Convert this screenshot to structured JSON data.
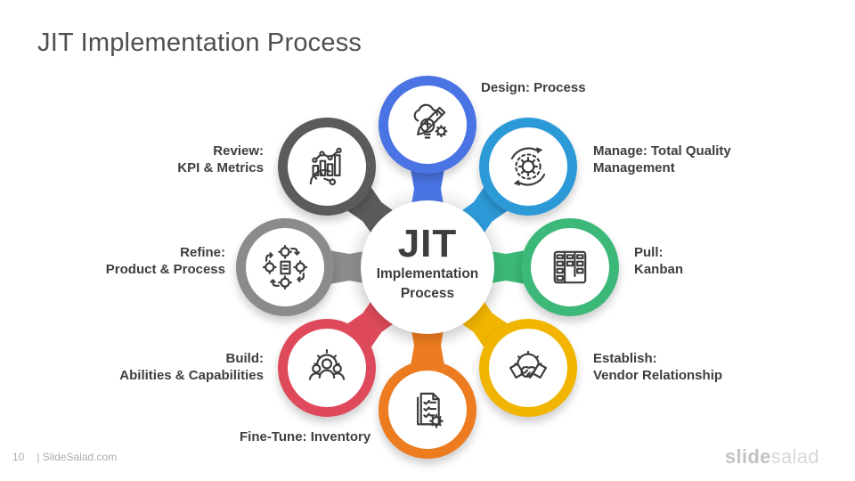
{
  "slide": {
    "title": "JIT Implementation Process",
    "center": {
      "acronym": "JIT",
      "subtitle_line1": "Implementation",
      "subtitle_line2": "Process"
    },
    "nodes": [
      {
        "name": "design",
        "icon": "design-icon",
        "color": "#4a74e4",
        "label_line1": "Design: Process",
        "label_line2": ""
      },
      {
        "name": "manage",
        "icon": "quality-cycle-icon",
        "color": "#2d9ad8",
        "label_line1": "Manage: Total Quality",
        "label_line2": "Management"
      },
      {
        "name": "pull",
        "icon": "kanban-board-icon",
        "color": "#3cb878",
        "label_line1": "Pull:",
        "label_line2": "Kanban"
      },
      {
        "name": "establish",
        "icon": "handshake-icon",
        "color": "#f1b500",
        "label_line1": "Establish:",
        "label_line2": "Vendor Relationship"
      },
      {
        "name": "fine-tune",
        "icon": "checklist-gear-icon",
        "color": "#ec7c1f",
        "label_line1": "Fine-Tune: Inventory",
        "label_line2": ""
      },
      {
        "name": "build",
        "icon": "team-gear-icon",
        "color": "#de4a5b",
        "label_line1": "Build:",
        "label_line2": "Abilities & Capabilities"
      },
      {
        "name": "refine",
        "icon": "process-gears-icon",
        "color": "#8b8b8b",
        "label_line1": "Refine:",
        "label_line2": "Product & Process"
      },
      {
        "name": "review",
        "icon": "kpi-chart-icon",
        "color": "#5b5b5b",
        "label_line1": "Review:",
        "label_line2": "KPI & Metrics"
      }
    ],
    "footer": {
      "page_number": "10",
      "source_text": "| SlideSalad.com",
      "brand_bold": "slide",
      "brand_light": "salad"
    }
  }
}
